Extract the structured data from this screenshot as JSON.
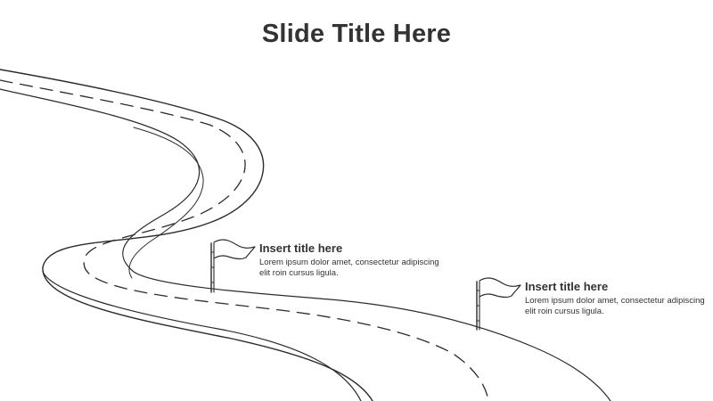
{
  "slide": {
    "title": "Slide Title Here"
  },
  "milestones": [
    {
      "title": "Insert title here",
      "description": "Lorem ipsum dolor amet, consectetur adipiscing elit roin cursus ligula.",
      "icon": "flag-icon"
    },
    {
      "title": "Insert title here",
      "description": "Lorem ipsum dolor amet, consectetur adipiscing elit roin cursus ligula.",
      "icon": "flag-icon"
    }
  ],
  "colors": {
    "text": "#333333",
    "line": "#2b2b2b",
    "background": "#ffffff"
  }
}
